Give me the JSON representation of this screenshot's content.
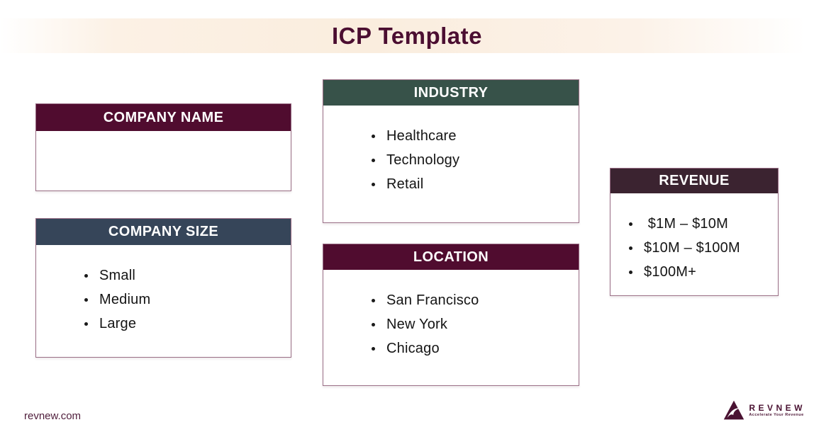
{
  "title": "ICP Template",
  "colors": {
    "title_text": "#4b0e31",
    "band_peach": "#faedde",
    "maroon_header": "#500c2f",
    "slate_header": "#364559",
    "green_header": "#375249",
    "plum_header": "#3b2330",
    "box_border": "#9a6f86",
    "logo_maroon": "#4a1232"
  },
  "boxes": [
    {
      "id": "company-name",
      "label": "COMPANY NAME",
      "header_color": "#500c2f",
      "items": []
    },
    {
      "id": "company-size",
      "label": "COMPANY SIZE",
      "header_color": "#364559",
      "items": [
        "Small",
        "Medium",
        "Large"
      ]
    },
    {
      "id": "industry",
      "label": "INDUSTRY",
      "header_color": "#375249",
      "items": [
        "Healthcare",
        "Technology",
        "Retail"
      ]
    },
    {
      "id": "location",
      "label": "LOCATION",
      "header_color": "#500c2f",
      "items": [
        "San Francisco",
        "New York",
        "Chicago"
      ]
    },
    {
      "id": "revenue",
      "label": "REVENUE",
      "header_color": "#3b2330",
      "items": [
        " $1M – $10M",
        "$10M – $100M",
        "$100M+"
      ]
    }
  ],
  "footer": {
    "url": "revnew.com",
    "logo_name": "REVNEW",
    "logo_tagline": "Accelerate Your Revenue"
  }
}
